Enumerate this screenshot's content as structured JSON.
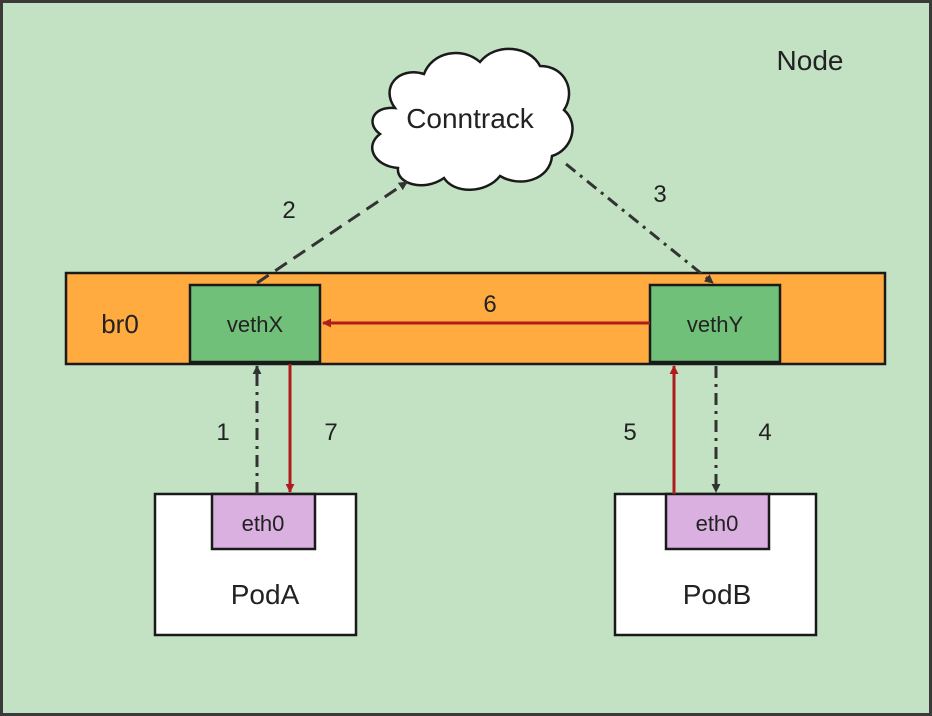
{
  "node": {
    "label": "Node",
    "background": "#c3e2c4"
  },
  "cloud": {
    "label": "Conntrack"
  },
  "bridge": {
    "label": "br0",
    "color": "#ffab40"
  },
  "veths": {
    "x": {
      "label": "vethX",
      "color": "#70c07a"
    },
    "y": {
      "label": "vethY",
      "color": "#70c07a"
    }
  },
  "pods": {
    "a": {
      "label": "PodA",
      "iface": "eth0"
    },
    "b": {
      "label": "PodB",
      "iface": "eth0"
    }
  },
  "iface_color": "#d9b0e0",
  "arrows": [
    {
      "num": "1",
      "style": "dash-dot",
      "color": "#333333"
    },
    {
      "num": "2",
      "style": "dashed",
      "color": "#333333"
    },
    {
      "num": "3",
      "style": "dash-dot",
      "color": "#333333"
    },
    {
      "num": "4",
      "style": "dash-dot",
      "color": "#333333"
    },
    {
      "num": "5",
      "style": "solid",
      "color": "#b01c1c"
    },
    {
      "num": "6",
      "style": "solid",
      "color": "#b01c1c"
    },
    {
      "num": "7",
      "style": "solid",
      "color": "#b01c1c"
    }
  ]
}
